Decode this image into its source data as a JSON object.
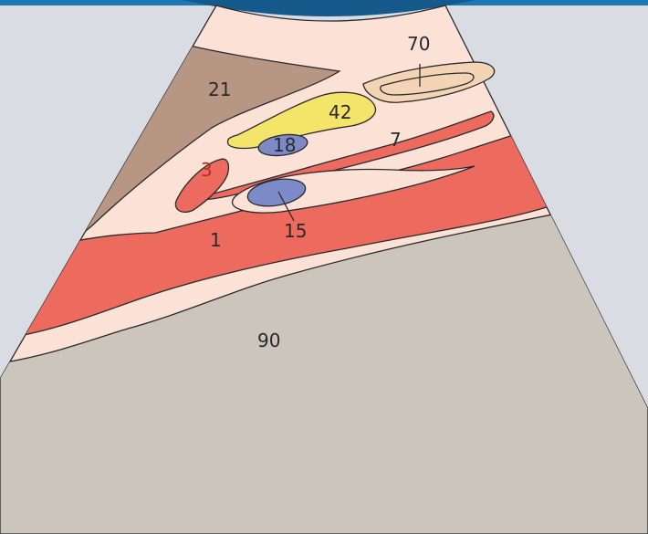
{
  "labels": {
    "l70": "70",
    "l21": "21",
    "l42": "42",
    "l18": "18",
    "l7": "7",
    "l3": "3",
    "l1": "1",
    "l15": "15",
    "l90": "90"
  },
  "colors": {
    "background": "#d9dde3",
    "frame_top": "#1f78b4",
    "soft_tissue": "#fbe1d6",
    "region_21": "#b89684",
    "region_42": "#f5e46a",
    "region_18_15": "#7c8bc7",
    "region_70": "#f3d5b5",
    "vessel_red": "#ed6a5e",
    "region_90": "#cbc5bc"
  }
}
